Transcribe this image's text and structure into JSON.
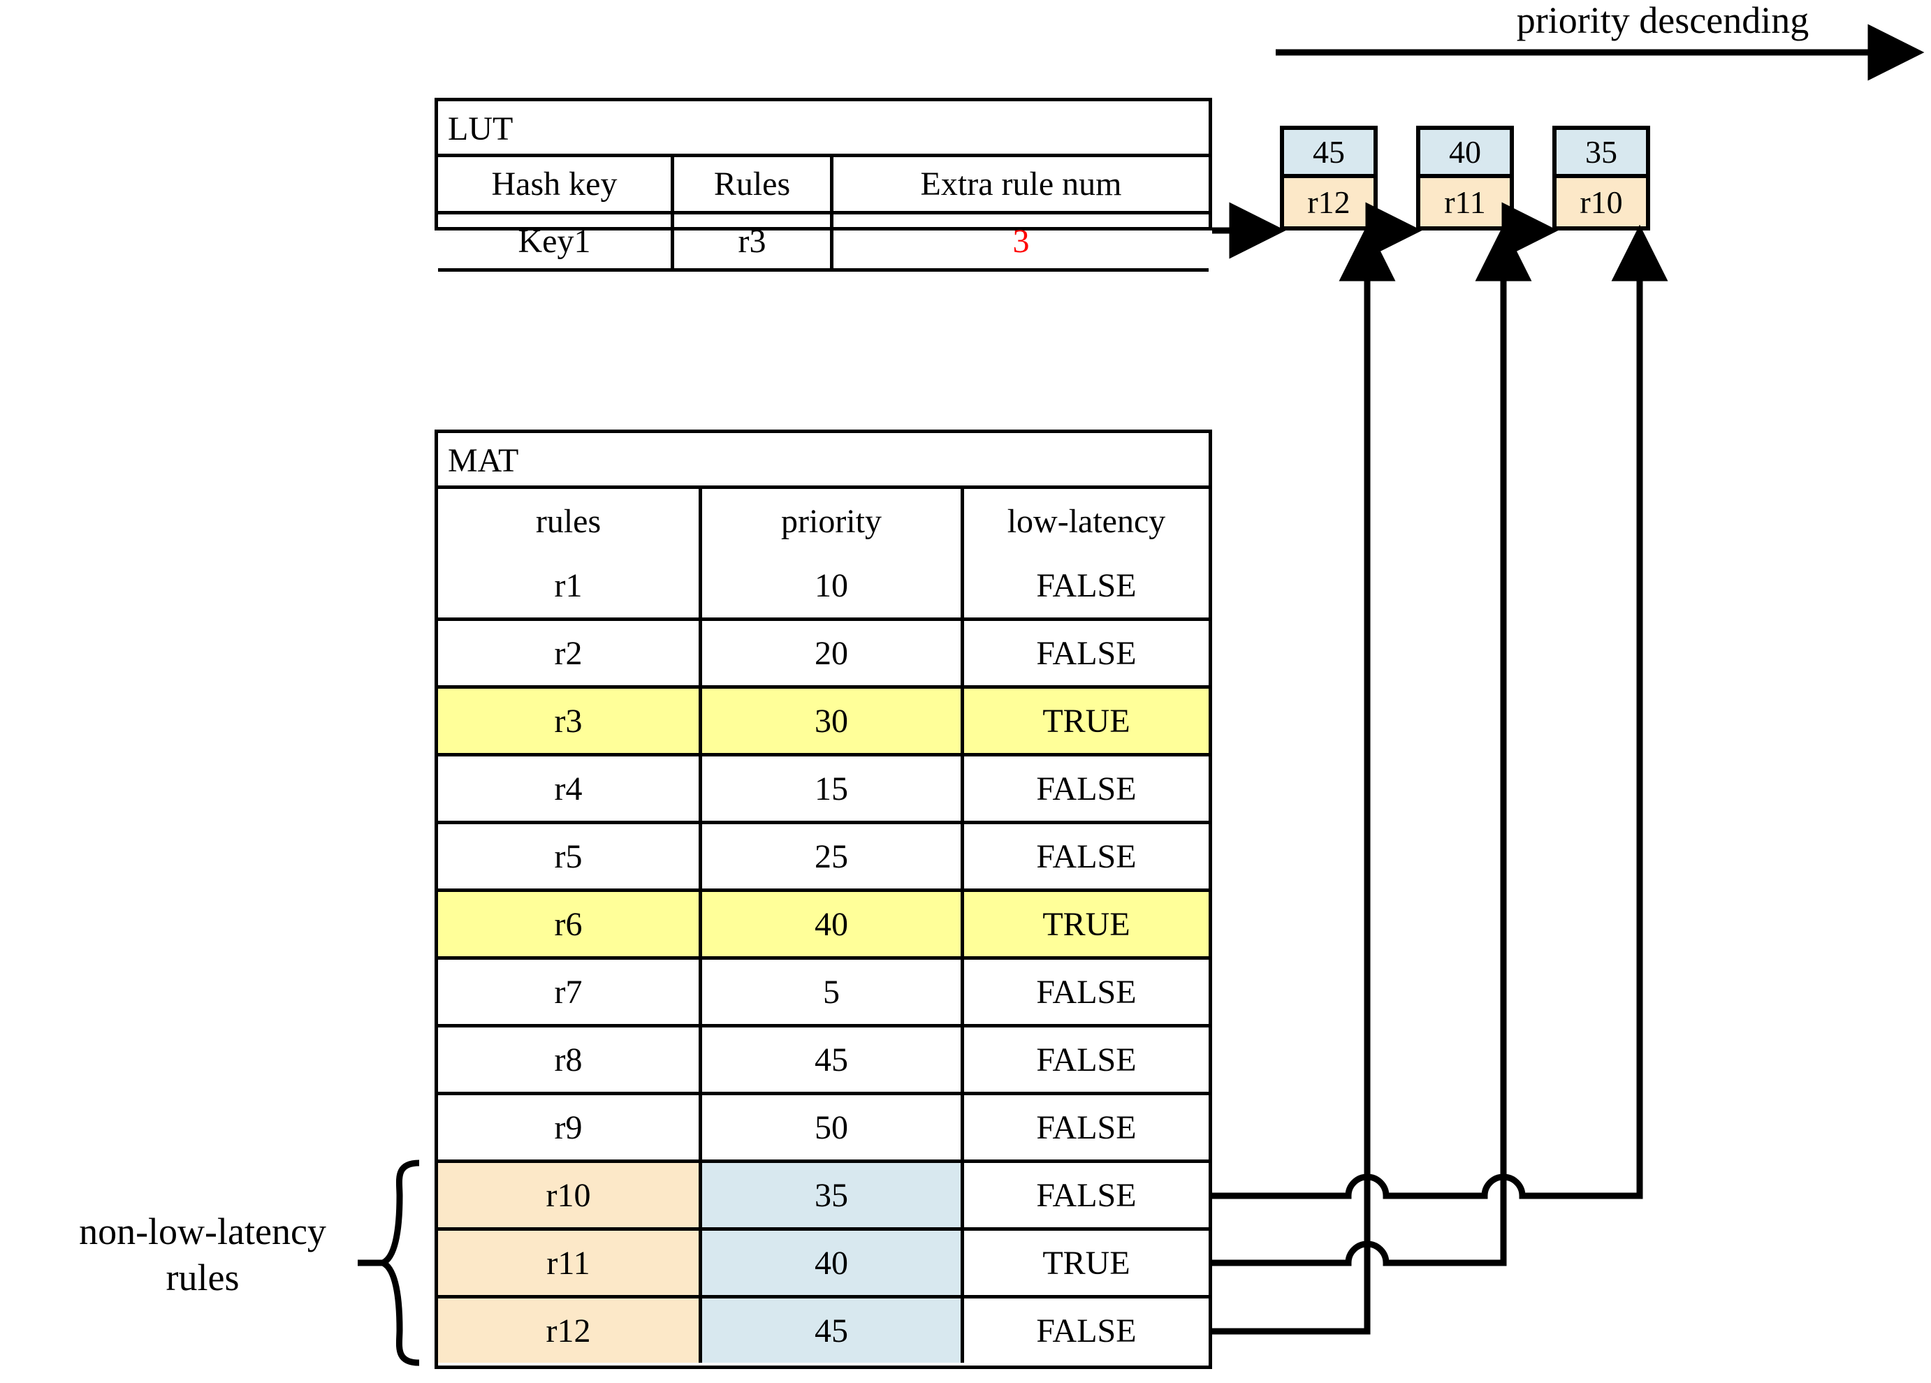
{
  "diagram": {
    "priority_arrow_label": "priority descending",
    "group_label": "non-low-latency\nrules",
    "group_label_line1": "non-low-latency",
    "group_label_line2": "rules"
  },
  "lut": {
    "title": "LUT",
    "columns": [
      "Hash key",
      "Rules",
      "Extra rule num"
    ],
    "rows": [
      {
        "hash_key": "Key1",
        "rules": "r3",
        "extra_rule_num": "3",
        "extra_rule_num_color": "#ff0000"
      }
    ],
    "empty_row": ""
  },
  "mat": {
    "title": "MAT",
    "columns": [
      "rules",
      "priority",
      "low-latency"
    ],
    "rows": [
      {
        "rule": "r1",
        "priority": "10",
        "low_latency": "FALSE",
        "highlight": "none"
      },
      {
        "rule": "r2",
        "priority": "20",
        "low_latency": "FALSE",
        "highlight": "none"
      },
      {
        "rule": "r3",
        "priority": "30",
        "low_latency": "TRUE",
        "highlight": "yellow"
      },
      {
        "rule": "r4",
        "priority": "15",
        "low_latency": "FALSE",
        "highlight": "none"
      },
      {
        "rule": "r5",
        "priority": "25",
        "low_latency": "FALSE",
        "highlight": "none"
      },
      {
        "rule": "r6",
        "priority": "40",
        "low_latency": "TRUE",
        "highlight": "yellow"
      },
      {
        "rule": "r7",
        "priority": "5",
        "low_latency": "FALSE",
        "highlight": "none"
      },
      {
        "rule": "r8",
        "priority": "45",
        "low_latency": "FALSE",
        "highlight": "none"
      },
      {
        "rule": "r9",
        "priority": "50",
        "low_latency": "FALSE",
        "highlight": "none"
      },
      {
        "rule": "r10",
        "priority": "35",
        "low_latency": "FALSE",
        "highlight": "orange-blue"
      },
      {
        "rule": "r11",
        "priority": "40",
        "low_latency": "TRUE",
        "highlight": "orange-blue"
      },
      {
        "rule": "r12",
        "priority": "45",
        "low_latency": "FALSE",
        "highlight": "orange-blue"
      }
    ]
  },
  "linked_list": {
    "nodes": [
      {
        "priority": "45",
        "rule": "r12"
      },
      {
        "priority": "40",
        "rule": "r11"
      },
      {
        "priority": "35",
        "rule": "r10"
      }
    ]
  },
  "colors": {
    "yellow_highlight": "#ffff99",
    "orange_highlight": "#fce8c8",
    "blue_highlight": "#d8e8ef",
    "red_text": "#ff0000",
    "stroke": "#000000",
    "background": "#ffffff"
  }
}
